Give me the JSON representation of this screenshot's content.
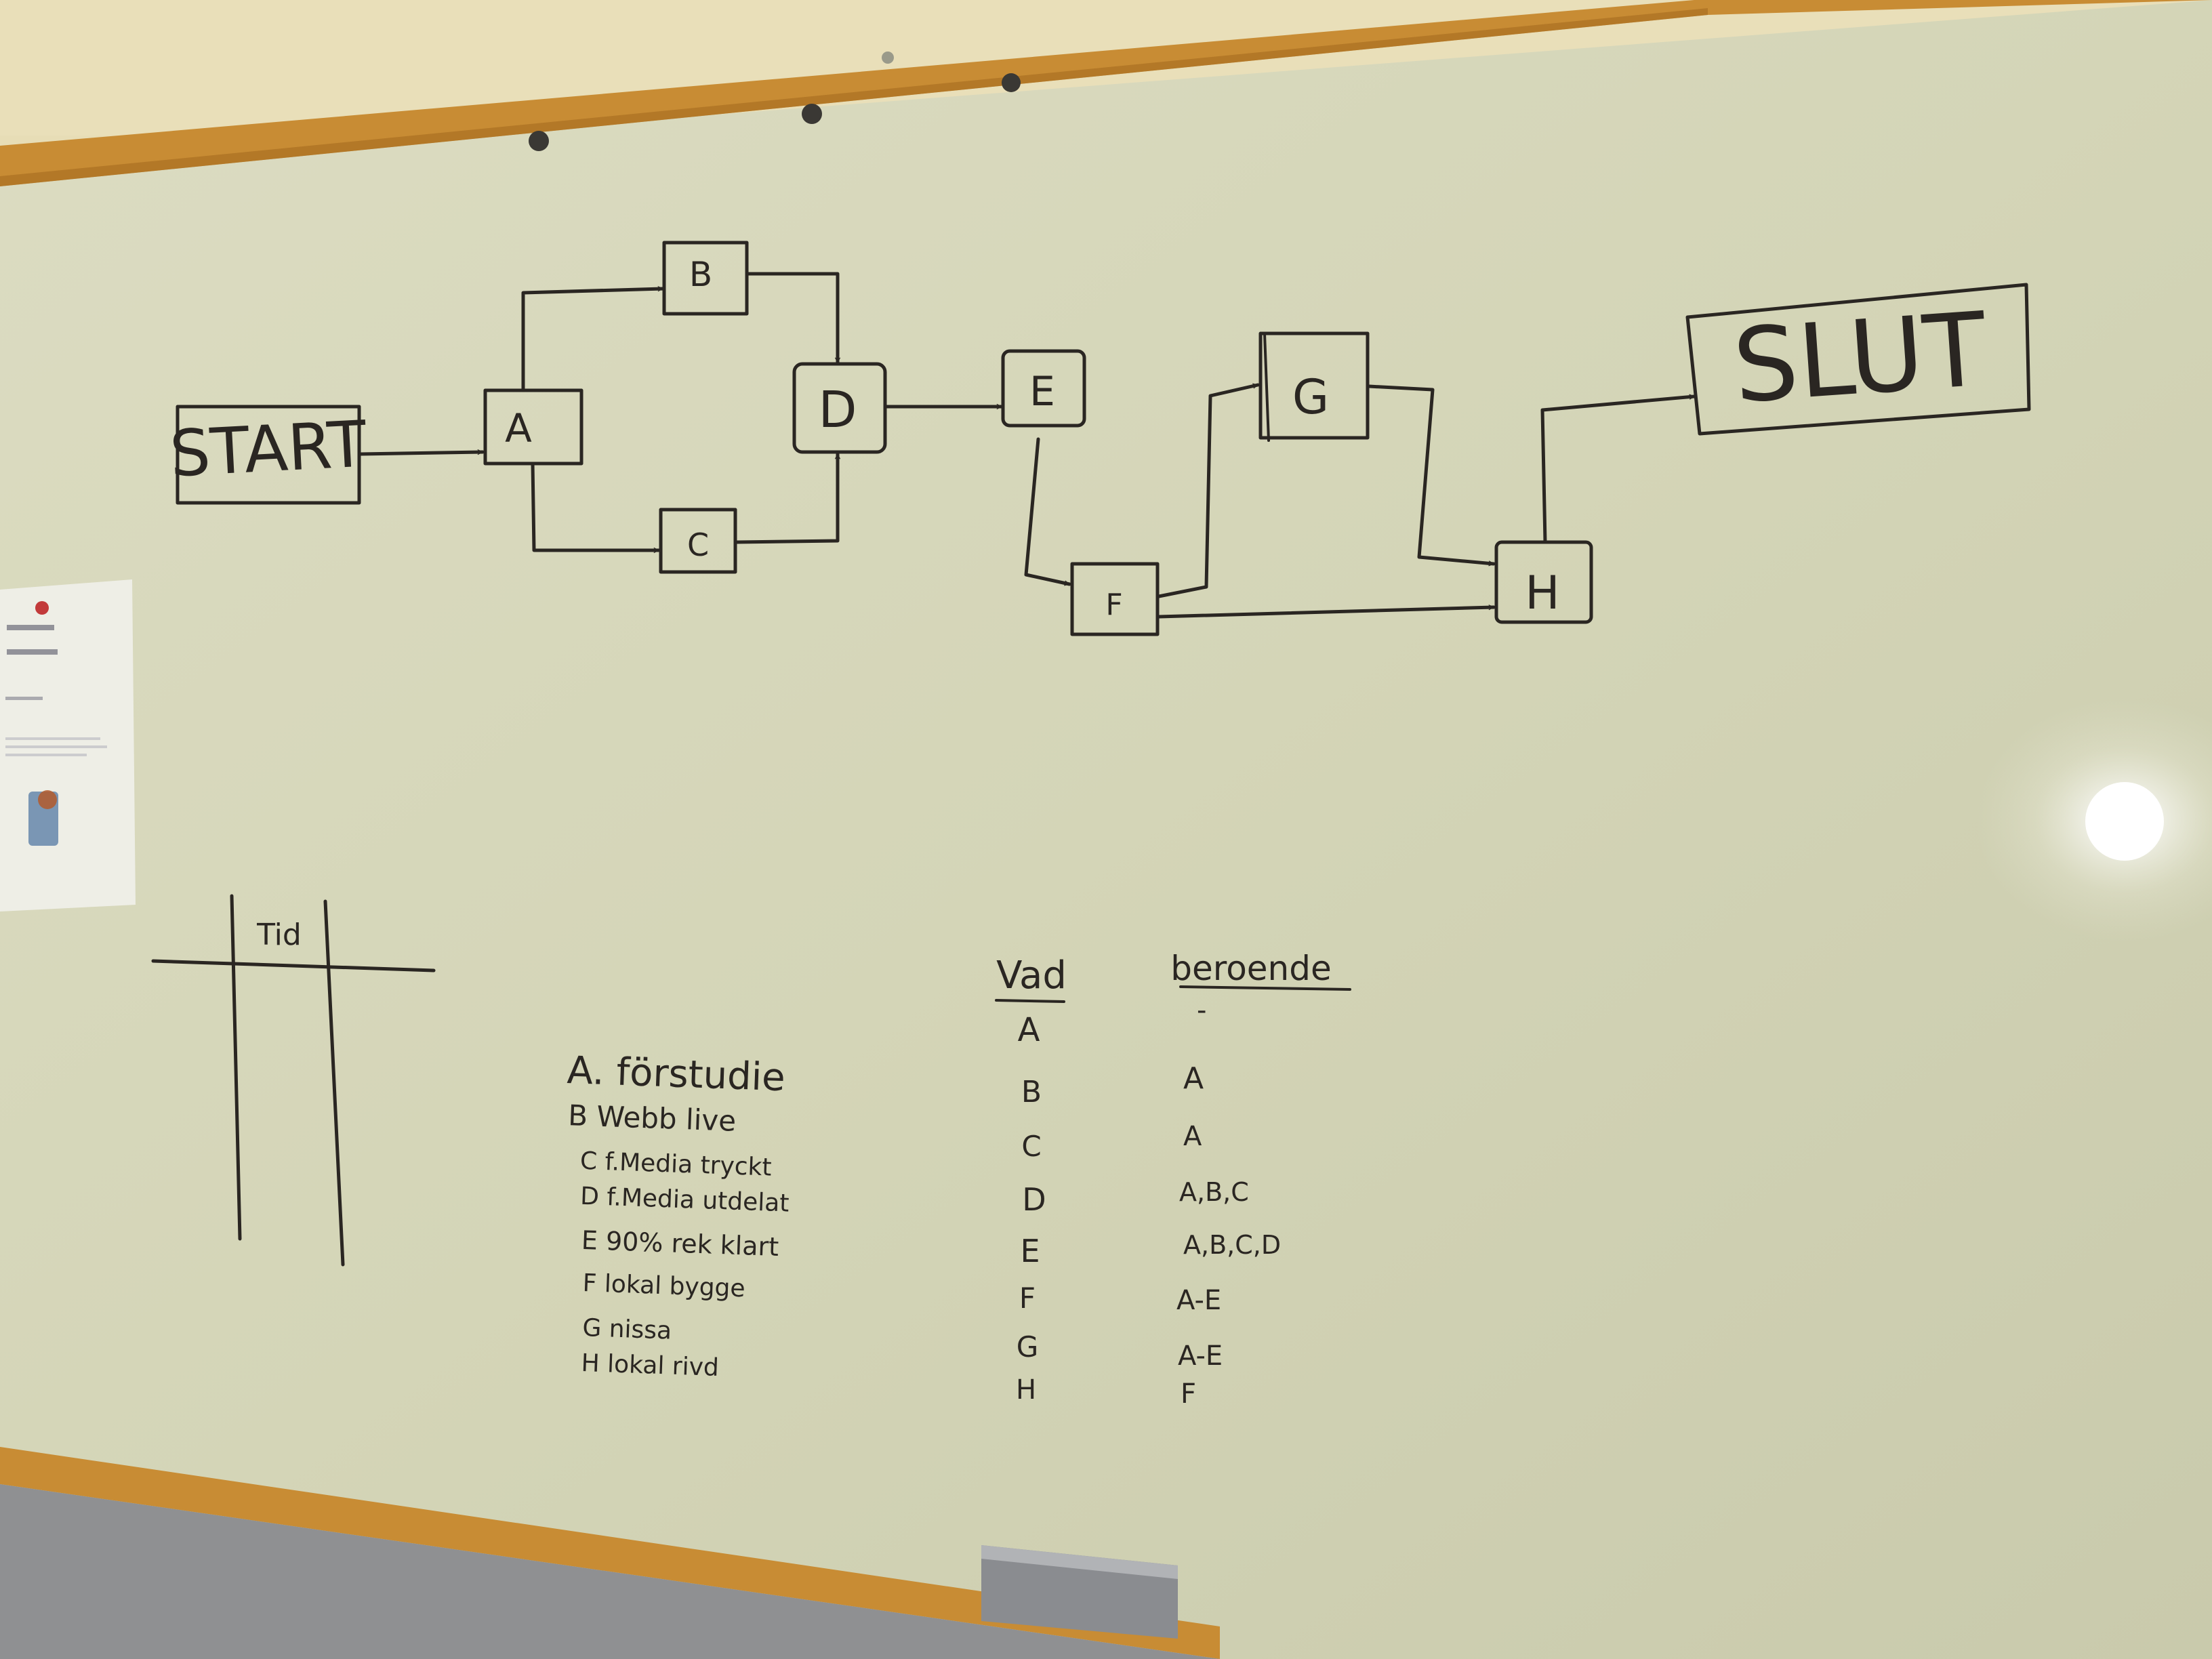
{
  "flowchart": {
    "start": "START",
    "end": "SLUT",
    "nodes": [
      "A",
      "B",
      "C",
      "D",
      "E",
      "F",
      "G",
      "H"
    ]
  },
  "time_table": {
    "header": "Tid"
  },
  "activity_list": [
    "A. förstudie",
    "B Webb live",
    "C f.Media tryckt",
    "D f.Media utdelat",
    "E 90% rek klart",
    "F lokal bygge",
    "G nissa",
    "H lokal rivd"
  ],
  "dependency_table": {
    "header_what": "Vad",
    "header_dependent": "beroende",
    "rows": [
      {
        "what": "A",
        "dependent": "-"
      },
      {
        "what": "B",
        "dependent": "A"
      },
      {
        "what": "C",
        "dependent": "A"
      },
      {
        "what": "D",
        "dependent": "A,B,C"
      },
      {
        "what": "E",
        "dependent": "A,B,C,D"
      },
      {
        "what": "F",
        "dependent": "A-E"
      },
      {
        "what": "G",
        "dependent": "A-E"
      },
      {
        "what": "H",
        "dependent": "F"
      }
    ]
  },
  "colors": {
    "whiteboard": "#d3d4b6",
    "frame": "#c58a32",
    "marker": "#2a2622",
    "wall": "#e6dcb4"
  }
}
